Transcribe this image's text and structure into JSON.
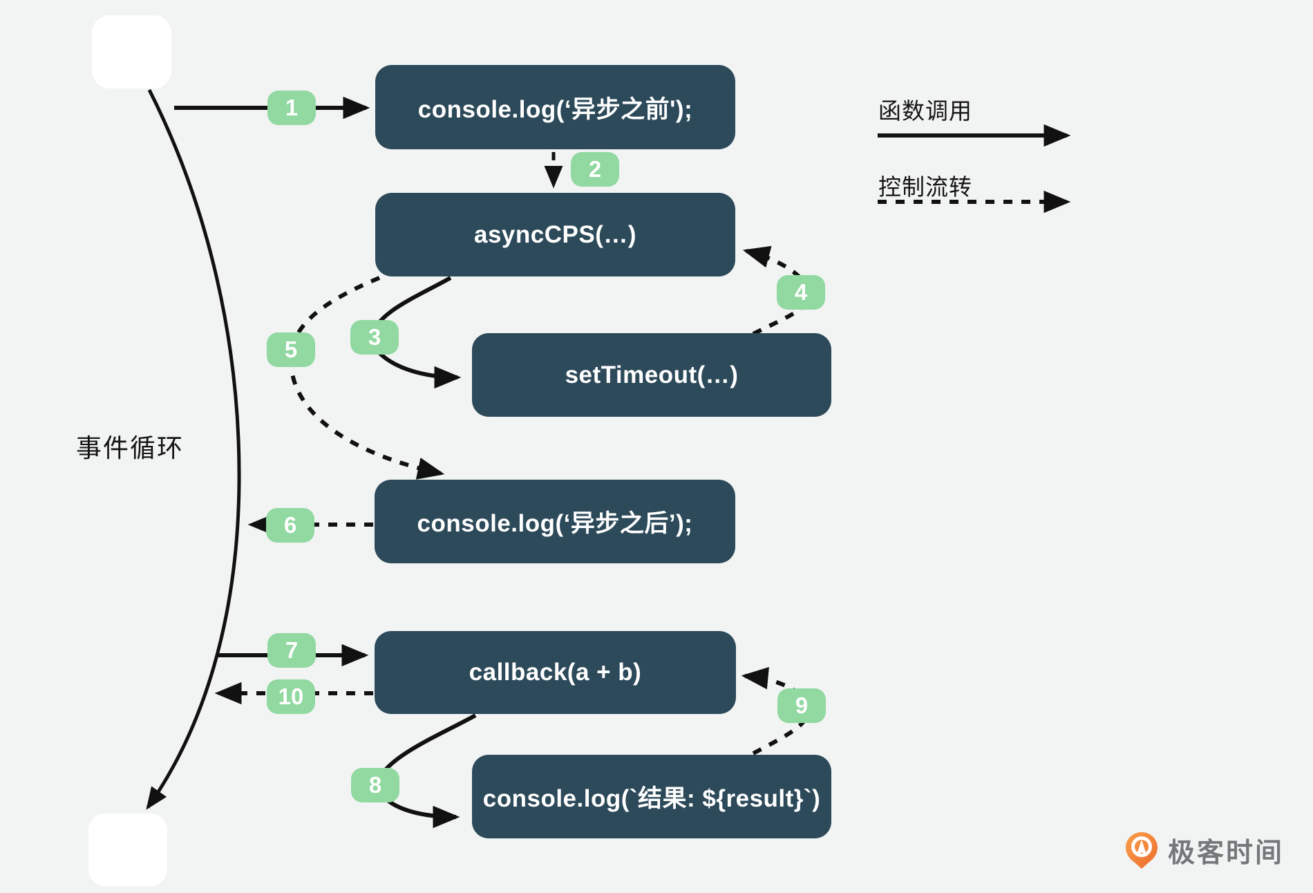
{
  "nodes": [
    {
      "id": "console-before",
      "label": "console.log(‘异步之前');"
    },
    {
      "id": "asyncCPS",
      "label": "asyncCPS(…)"
    },
    {
      "id": "setTimeout",
      "label": "setTimeout(…)"
    },
    {
      "id": "console-after",
      "label": "console.log(‘异步之后’);"
    },
    {
      "id": "callback",
      "label": "callback(a + b)"
    },
    {
      "id": "console-result",
      "label": "console.log(`结果: ${result}`)"
    }
  ],
  "steps": [
    {
      "label": "1"
    },
    {
      "label": "2"
    },
    {
      "label": "3"
    },
    {
      "label": "4"
    },
    {
      "label": "5"
    },
    {
      "label": "6"
    },
    {
      "label": "7"
    },
    {
      "label": "8"
    },
    {
      "label": "9"
    },
    {
      "label": "10"
    }
  ],
  "labels": {
    "event_loop": "事件循环"
  },
  "legend": {
    "function_call": "函数调用",
    "control_flow": "控制流转"
  },
  "branding": {
    "logo_text": "极客时间"
  },
  "colors": {
    "background": "#f2f4f3",
    "node_bg": "#2d4a5a",
    "node_text": "#ffffff",
    "badge_bg": "#91d8a1",
    "badge_text": "#ffffff",
    "arrow": "#111111",
    "logo_orange": "#ee6b2d",
    "logo_text_gray": "#76777a"
  }
}
